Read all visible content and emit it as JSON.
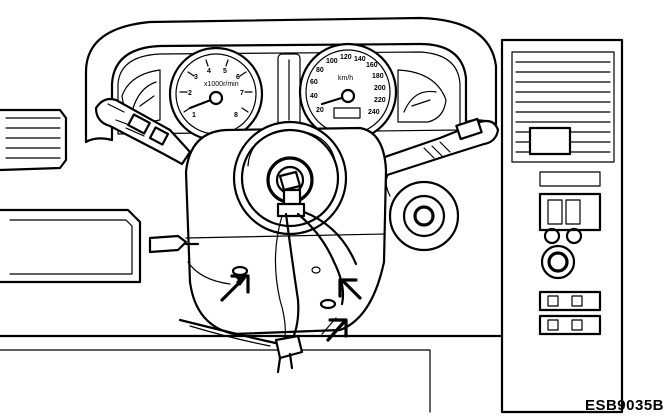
{
  "figure": {
    "code": "ESB9035B",
    "tachometer": {
      "unit": "x1000r/min",
      "ticks": [
        "1",
        "2",
        "3",
        "4",
        "5",
        "6",
        "7",
        "8"
      ]
    },
    "speedometer": {
      "unit": "km/h",
      "ticks": [
        "20",
        "40",
        "60",
        "80",
        "100",
        "120",
        "140",
        "160",
        "180",
        "200",
        "220",
        "240"
      ]
    }
  }
}
